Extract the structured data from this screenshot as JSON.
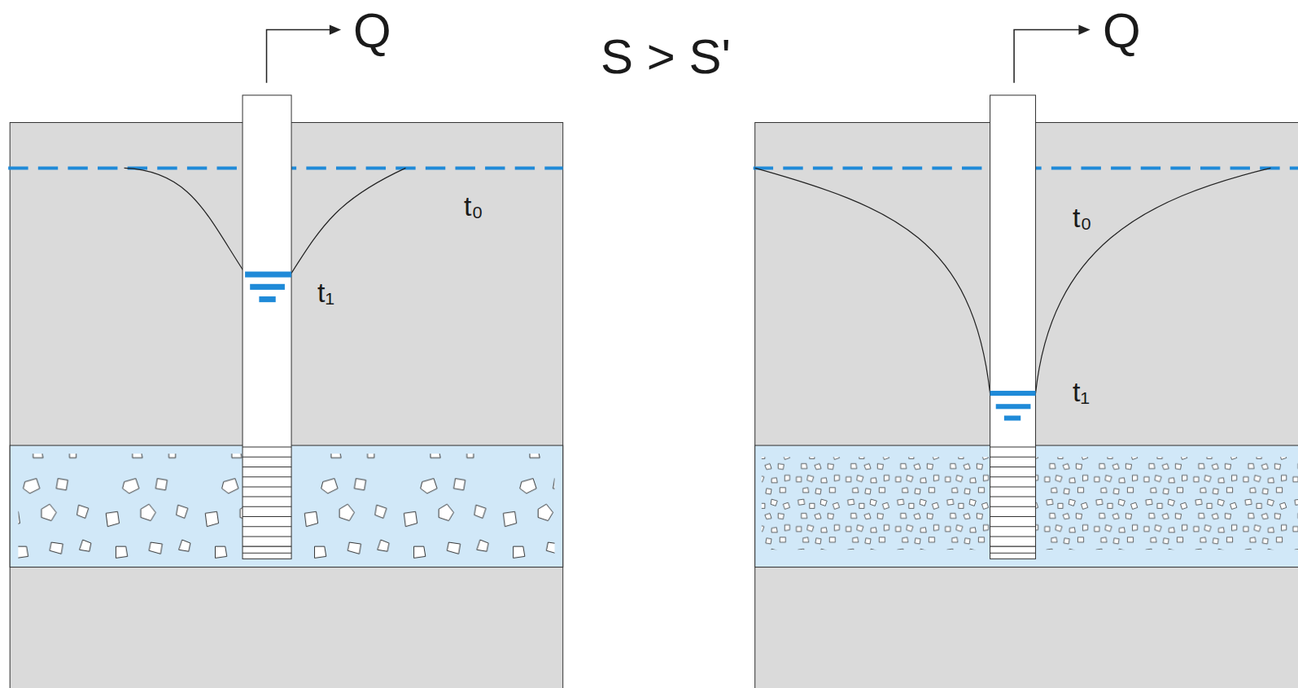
{
  "diagram": {
    "title": "S > S'",
    "labels": [
      "Q",
      "t₀",
      "t₁",
      "Q",
      "t₀",
      "t₁"
    ]
  }
}
